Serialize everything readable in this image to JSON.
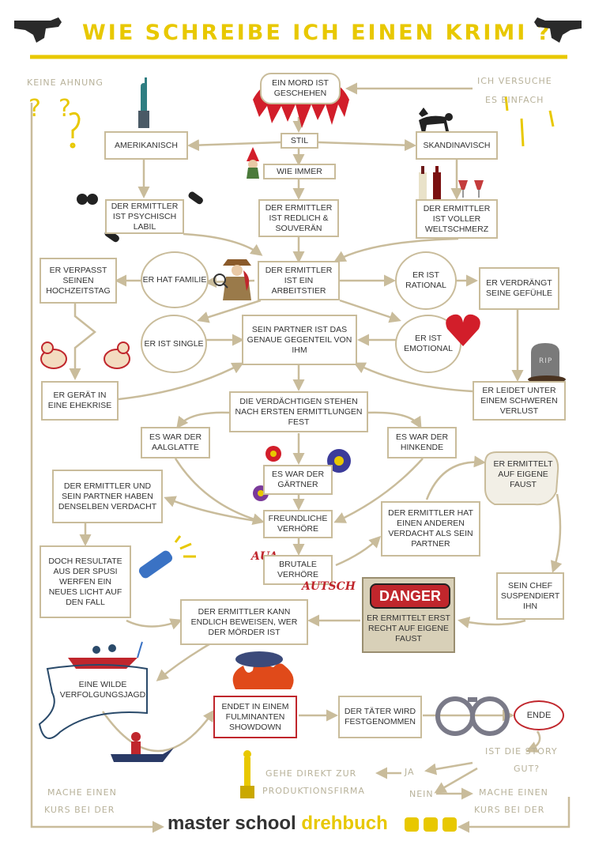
{
  "title": "WIE SCHREIBE ICH EINEN KRIMI ?",
  "colors": {
    "accent": "#e8c800",
    "line": "#c9bc9b",
    "red": "#c0262c",
    "text": "#333333"
  },
  "nodes": {
    "mord": "EIN MORD IST GESCHEHEN",
    "stil": "STIL",
    "amerikanisch": "AMERIKANISCH",
    "skandinavisch": "SKANDINAVISCH",
    "wie_immer": "WIE IMMER",
    "labil": "DER ERMITTLER IST PSYCHISCH LABIL",
    "redlich": "DER ERMITTLER IST REDLICH & SOUVERÄN",
    "weltschmerz": "DER ERMITTLER IST VOLLER WELTSCHMERZ",
    "verpasst": "ER VERPASST SEINEN HOCHZEITSTAG",
    "familie": "ER HAT FAMILIE",
    "arbeitstier": "DER ERMITTLER IST EIN ARBEITSTIER",
    "rational": "ER IST RATIONAL",
    "verdraengt": "ER VERDRÄNGT SEINE GEFÜHLE",
    "single": "ER IST SINGLE",
    "partner": "SEIN PARTNER IST DAS GENAUE GEGENTEIL VON IHM",
    "emotional": "ER IST EMOTIONAL",
    "ehekrise": "ER GERÄT IN EINE EHEKRISE",
    "verlust": "ER LEIDET UNTER EINEM SCHWEREN VERLUST",
    "verdaechtige": "DIE VERDÄCHTIGEN STEHEN NACH ERSTEN ERMITTLUNGEN FEST",
    "aalglatte": "ES WAR DER AALGLATTE",
    "hinkende": "ES WAR DER HINKENDE",
    "gaertner": "ES WAR DER GÄRTNER",
    "eigene_faust": "ER ERMITTELT AUF EIGENE FAUST",
    "denselben": "DER ERMITTLER UND SEIN PARTNER HABEN DENSELBEN VERDACHT",
    "freundlich": "FREUNDLICHE VERHÖRE",
    "anderen": "DER ERMITTLER HAT EINEN ANDEREN VERDACHT ALS SEIN PARTNER",
    "spusi": "DOCH RESULTATE AUS DER SPUSI WERFEN EIN NEUES LICHT AUF DEN FALL",
    "brutal": "BRUTALE VERHÖRE",
    "chef": "SEIN CHEF SUSPENDIERT IHN",
    "beweisen": "DER ERMITTLER KANN ENDLICH BEWEISEN, WER DER MÖRDER IST",
    "danger_label": "DANGER",
    "danger_text": "ER ERMITTELT ERST RECHT AUF EIGENE FAUST",
    "jagd": "EINE WILDE VERFOLGUNGSJAGD",
    "showdown": "ENDET IN EINEM FULMINANTEN SHOWDOWN",
    "festgenommen": "DER TÄTER WIRD FESTGENOMMEN",
    "ende": "ENDE"
  },
  "handwriting": {
    "keine_ahnung": "KEINE AHNUNG",
    "ich_versuche": "ICH VERSUCHE",
    "es_einfach": "ES EINFACH",
    "ist_die_story": "IST DIE STORY",
    "gut": "GUT?",
    "ja": "JA",
    "nein": "NEIN",
    "gehe_direkt": "GEHE DIREKT ZUR",
    "produktionsfirma": "PRODUKTIONSFIRMA",
    "mache_left1": "MACHE EINEN",
    "mache_left2": "KURS BEI DER",
    "mache_right1": "MACHE EINEN",
    "mache_right2": "KURS BEI DER",
    "aua": "AUA",
    "autsch": "AUTSCH",
    "rip": "RIP"
  },
  "footer": {
    "part1": "master school",
    "part2": "drehbuch"
  },
  "icons": [
    "revolver-icon",
    "statue-of-liberty-icon",
    "blood-splatter-icon",
    "moose-icon",
    "gnome-icon",
    "pills-icon",
    "wine-bottles-icon",
    "detective-icon",
    "birds-icon",
    "heart-bow-icon",
    "gravestone-icon",
    "flower-icon",
    "fist-icon",
    "flashlight-icon",
    "danger-sign-icon",
    "boat-icon",
    "fire-icon",
    "jetski-icon",
    "handcuffs-icon",
    "oscar-statue-icon"
  ]
}
